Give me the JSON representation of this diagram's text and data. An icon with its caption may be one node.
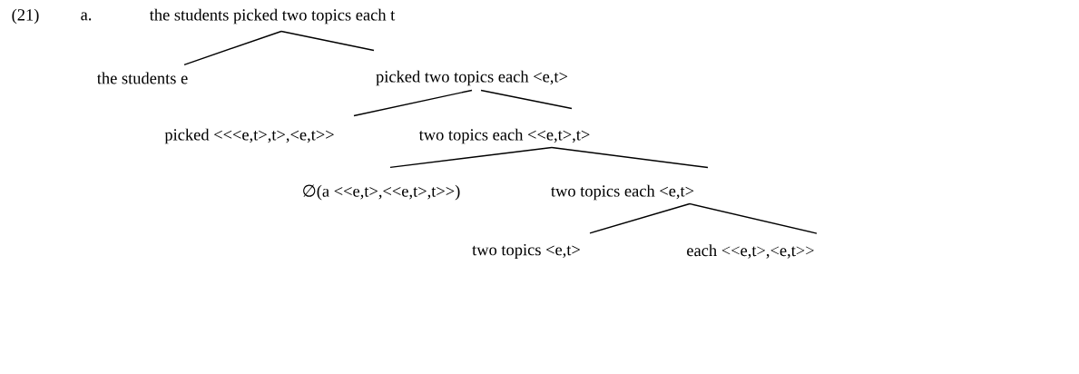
{
  "diagram": {
    "nodes": [
      {
        "text": [
          "the students picked two topics each t"
        ]
      },
      {
        "text": [
          "the students e"
        ]
      },
      {
        "text": [
          "picked two topics each <e,t>"
        ]
      },
      {
        "text": [
          "picked <<<e,t>,t>,<e,t>>"
        ]
      },
      {
        "text": [
          "two topics each <<e,t>,t>"
        ]
      },
      {
        "text": [
          "∅(a <<e,t>,<<e,t>,t>>)"
        ]
      },
      {
        "text": [
          "two topics each <e,t>"
        ]
      },
      {
        "text": [
          "two topics <e,t>"
        ]
      },
      {
        "text": [
          "each <<e,t>,<e,t>>"
        ]
      }
    ],
    "edges": [
      {
        "from": 0,
        "to": 1,
        "arrow": "none"
      },
      {
        "from": 0,
        "to": 2,
        "arrow": "none"
      },
      {
        "from": 2,
        "to": 3,
        "arrow": "none"
      },
      {
        "from": 2,
        "to": 4,
        "arrow": "none"
      },
      {
        "from": 4,
        "to": 5,
        "arrow": "none"
      },
      {
        "from": 4,
        "to": 6,
        "arrow": "none"
      },
      {
        "from": 6,
        "to": 7,
        "arrow": "none"
      },
      {
        "from": 6,
        "to": 8,
        "arrow": "none"
      }
    ],
    "labels": [
      "(21)",
      "a."
    ]
  }
}
